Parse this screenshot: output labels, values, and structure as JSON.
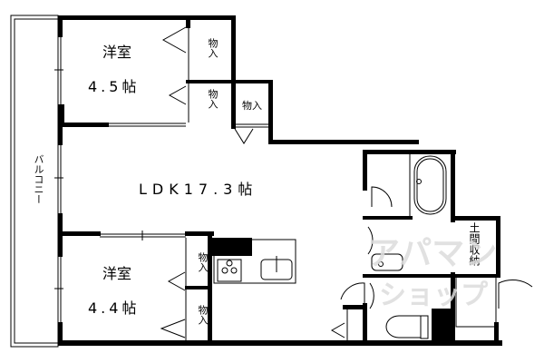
{
  "rooms": {
    "western1": {
      "name": "洋室",
      "size": "4.5帖"
    },
    "western2": {
      "name": "洋室",
      "size": "4.4帖"
    },
    "ldk": {
      "label": "LDK17.3帖"
    },
    "balcony": {
      "label": "バルコニー"
    },
    "closet": "物入",
    "doma_storage": "土間収納"
  },
  "watermark": {
    "line1": "アパマン",
    "line2": "ショップ"
  },
  "colors": {
    "wall": "#000000",
    "background": "#ffffff",
    "watermark": "#dcdcdc"
  }
}
